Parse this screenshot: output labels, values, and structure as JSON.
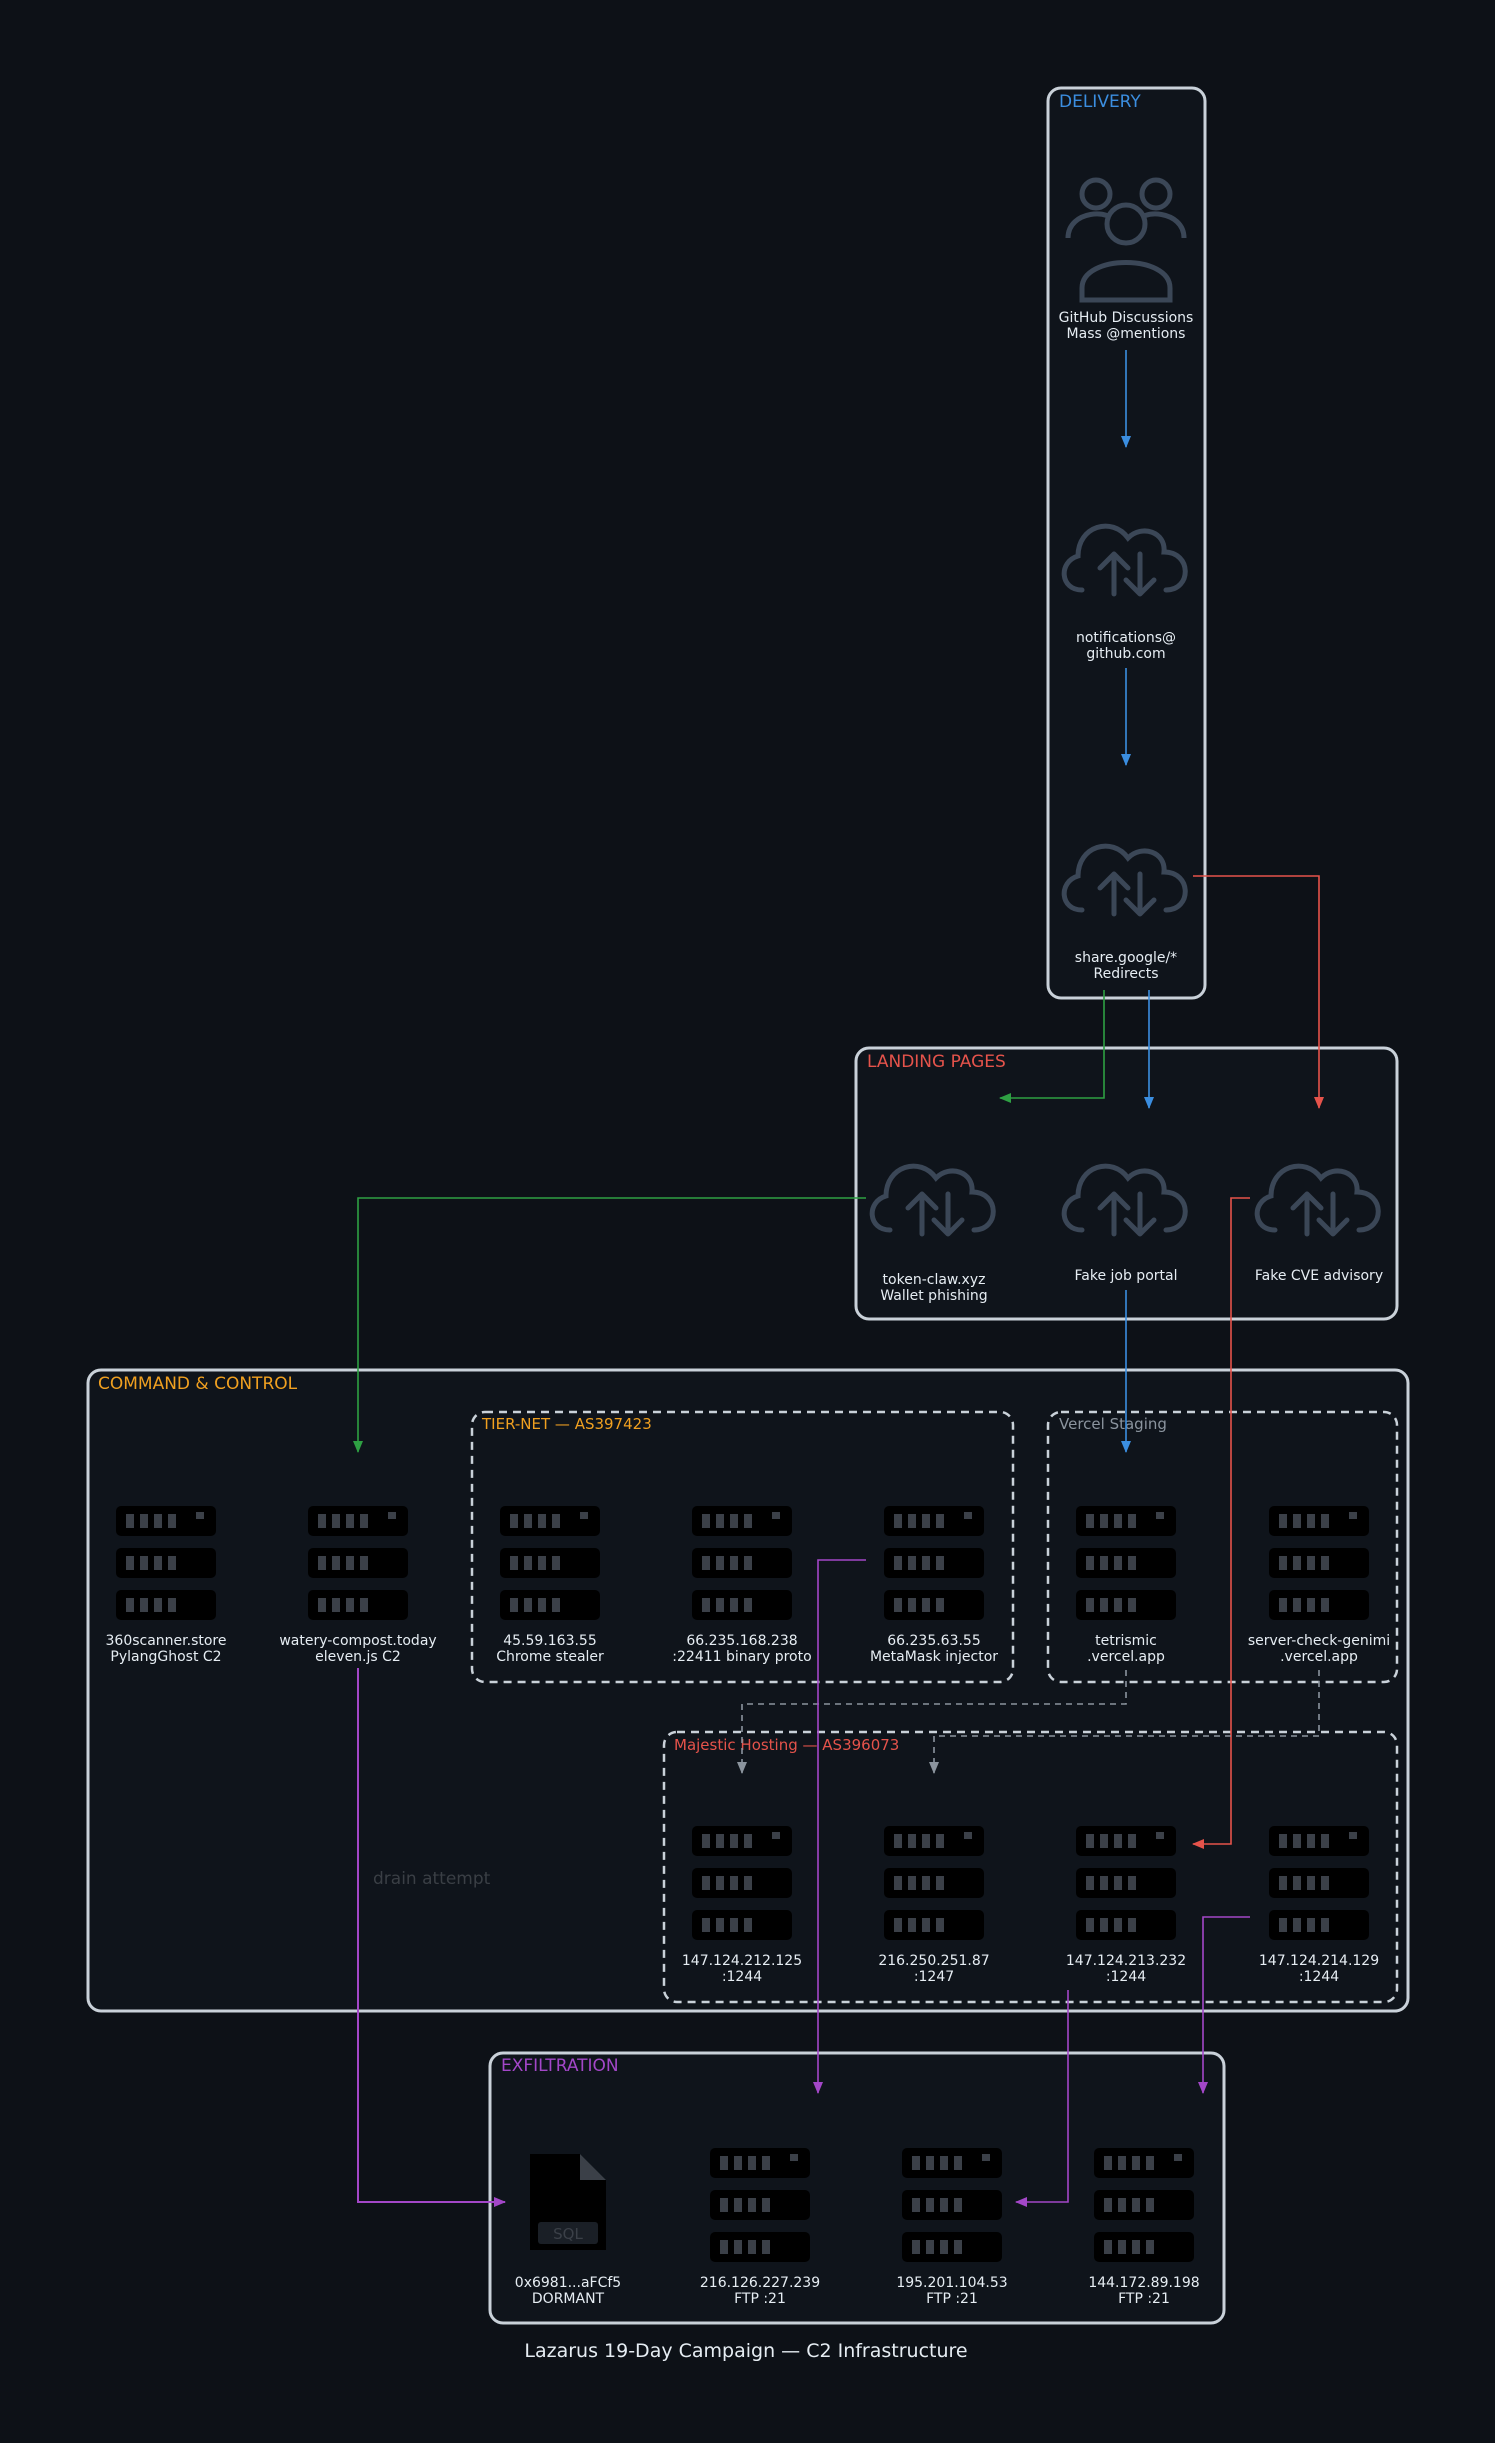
{
  "diagram": {
    "footer": "Lazarus 19-Day Campaign — C2 Infrastructure",
    "colors": {
      "background": "#0d1117",
      "cluster_fill": "#0f141b",
      "cluster_border": "#c9d1d9",
      "server": "#000000",
      "server_slot": "#3b4048",
      "icon_outline": "#3b4757",
      "blue": "#3b8ee0",
      "red": "#e5534b",
      "green": "#2ea043",
      "purple": "#a347c8",
      "gray": "#8b949e",
      "orange": "#f0a020"
    },
    "clusters": {
      "delivery": {
        "title": "DELIVERY",
        "color": "#3b8ee0"
      },
      "landing": {
        "title": "LANDING PAGES",
        "color": "#e5534b"
      },
      "c2": {
        "title": "COMMAND & CONTROL",
        "color": "#f0a020"
      },
      "tiernet": {
        "title": "TIER-NET — AS397423",
        "color": "#f0a020"
      },
      "vercel": {
        "title": "Vercel Staging",
        "color": "#8b949e"
      },
      "majestic": {
        "title": "Majestic Hosting — AS396073",
        "color": "#e5534b"
      },
      "exfil": {
        "title": "EXFILTRATION",
        "color": "#a347c8"
      }
    },
    "nodes": {
      "github": {
        "icon": "users-icon",
        "lines": [
          "GitHub Discussions",
          "Mass @mentions"
        ]
      },
      "notifications": {
        "icon": "cloud-icon",
        "lines": [
          "notifications@",
          "github.com"
        ]
      },
      "share": {
        "icon": "cloud-icon",
        "lines": [
          "share.google/*",
          "Redirects"
        ]
      },
      "tokenclaw": {
        "icon": "cloud-icon",
        "lines": [
          "token-claw.xyz",
          "Wallet phishing"
        ]
      },
      "jobportal": {
        "icon": "cloud-icon",
        "lines": [
          "Fake job portal"
        ]
      },
      "cve": {
        "icon": "cloud-icon",
        "lines": [
          "Fake CVE advisory"
        ]
      },
      "scanner": {
        "icon": "server-icon",
        "lines": [
          "360scanner.store",
          "PylangGhost C2"
        ]
      },
      "watery": {
        "icon": "server-icon",
        "lines": [
          "watery-compost.today",
          "eleven.js C2"
        ]
      },
      "tn1": {
        "icon": "server-icon",
        "lines": [
          "45.59.163.55",
          "Chrome stealer"
        ]
      },
      "tn2": {
        "icon": "server-icon",
        "lines": [
          "66.235.168.238",
          ":22411 binary proto"
        ]
      },
      "tn3": {
        "icon": "server-icon",
        "lines": [
          "66.235.63.55",
          "MetaMask injector"
        ]
      },
      "tetrismic": {
        "icon": "server-icon",
        "lines": [
          "tetrismic",
          ".vercel.app"
        ]
      },
      "genimi": {
        "icon": "server-icon",
        "lines": [
          "server-check-genimi",
          ".vercel.app"
        ]
      },
      "mj1": {
        "icon": "server-icon",
        "lines": [
          "147.124.212.125",
          ":1244"
        ]
      },
      "mj2": {
        "icon": "server-icon",
        "lines": [
          "216.250.251.87",
          ":1247"
        ]
      },
      "mj3": {
        "icon": "server-icon",
        "lines": [
          "147.124.213.232",
          ":1244"
        ]
      },
      "mj4": {
        "icon": "server-icon",
        "lines": [
          "147.124.214.129",
          ":1244"
        ]
      },
      "wallet": {
        "icon": "sql-file-icon",
        "badge": "SQL",
        "lines": [
          "0x6981...aFCf5",
          "DORMANT"
        ]
      },
      "ftp1": {
        "icon": "server-icon",
        "lines": [
          "216.126.227.239",
          "FTP :21"
        ]
      },
      "ftp2": {
        "icon": "server-icon",
        "lines": [
          "195.201.104.53",
          "FTP :21"
        ]
      },
      "ftp3": {
        "icon": "server-icon",
        "lines": [
          "144.172.89.198",
          "FTP :21"
        ]
      }
    },
    "edge_labels": {
      "drain": "drain attempt"
    }
  }
}
